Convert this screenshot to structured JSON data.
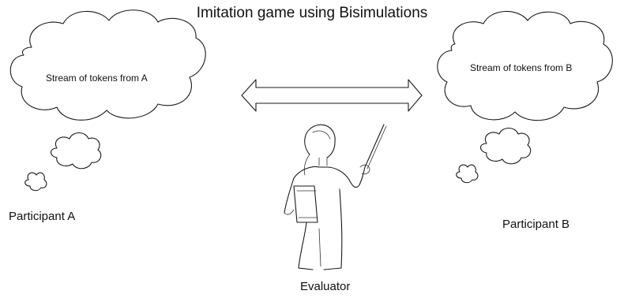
{
  "title": "Imitation game using Bisimulations",
  "participant_a": {
    "thought": "Stream of tokens from A",
    "label": "Participant A"
  },
  "participant_b": {
    "thought": "Stream of tokens from B",
    "label": "Participant B"
  },
  "evaluator": {
    "label": "Evaluator"
  },
  "icons": [
    "thought-cloud-a",
    "thought-cloud-b",
    "double-arrow",
    "evaluator-figure"
  ]
}
